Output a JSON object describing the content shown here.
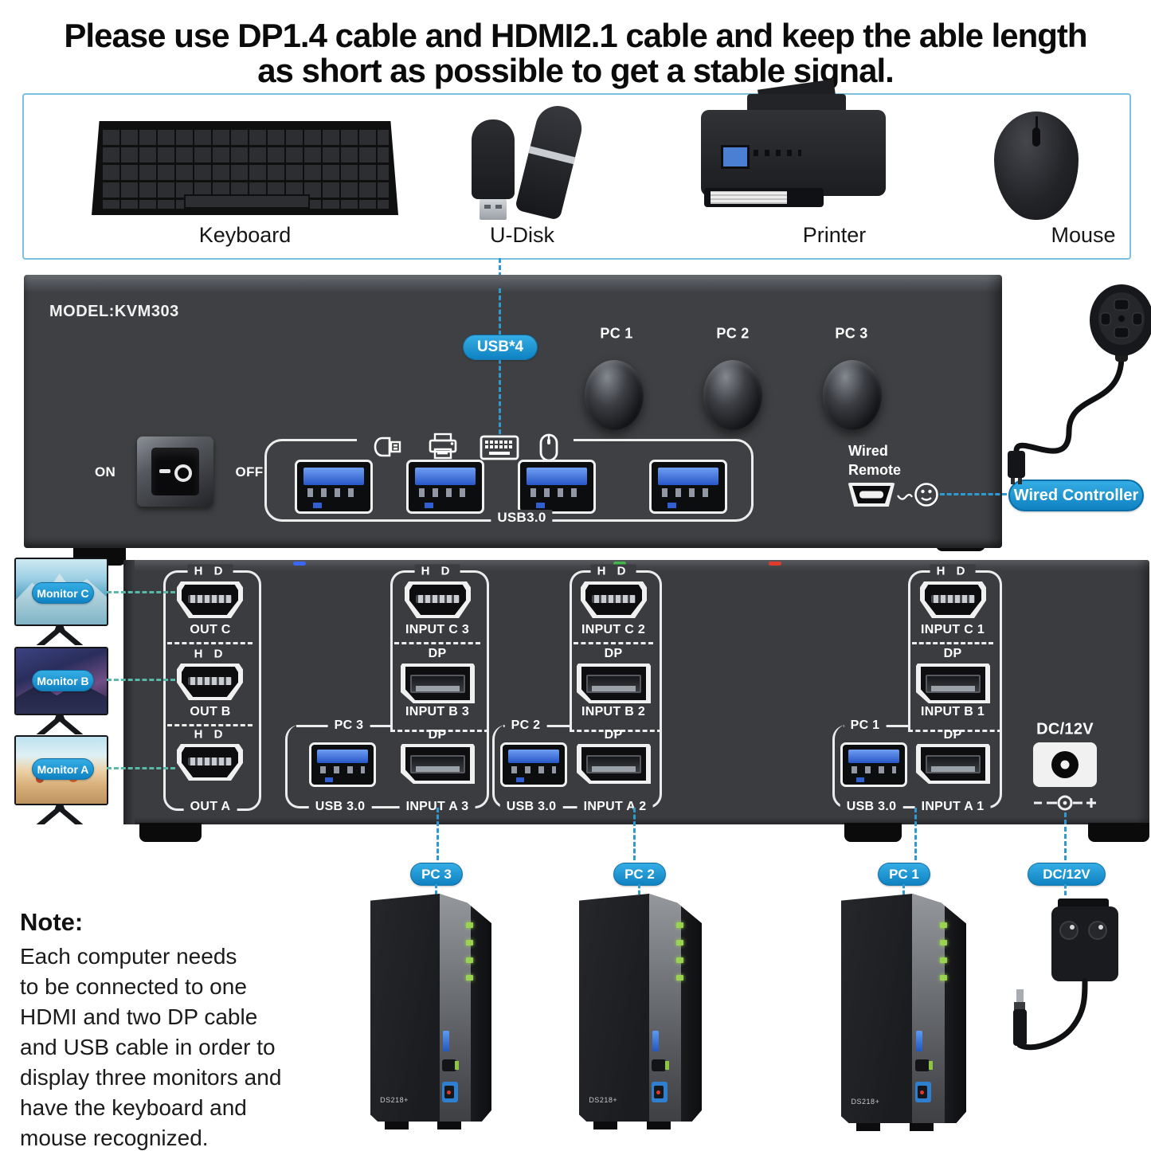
{
  "title": {
    "line1": "Please use DP1.4 cable and HDMI2.1 cable and keep the able length",
    "line2": "as short as possible to get a stable signal."
  },
  "devices": {
    "items": [
      {
        "label": "Keyboard"
      },
      {
        "label": "U-Disk"
      },
      {
        "label": "Printer"
      },
      {
        "label": "Mouse"
      }
    ]
  },
  "front_panel": {
    "model": "MODEL:KVM303",
    "usb_badge": "USB*4",
    "power": {
      "on": "ON",
      "off": "OFF"
    },
    "usb_group_label": "USB3.0",
    "port_icons": [
      "usb-plug",
      "printer",
      "keyboard",
      "mouse"
    ],
    "knobs": [
      {
        "label": "PC 1"
      },
      {
        "label": "PC 2"
      },
      {
        "label": "PC 3"
      }
    ],
    "wired_remote": {
      "line1": "Wired",
      "line2": "Remote"
    },
    "wired_controller_label": "Wired Controller"
  },
  "rear_panel": {
    "indicator_leds": [
      {
        "name": "blue",
        "color": "#3a66f5"
      },
      {
        "name": "green",
        "color": "#43b649"
      },
      {
        "name": "red",
        "color": "#e23b2e"
      }
    ],
    "out_group": {
      "sections": [
        {
          "port_type": "H D",
          "label": "OUT C"
        },
        {
          "port_type": "H D",
          "label": "OUT B"
        },
        {
          "port_type": "H D",
          "label": "OUT A"
        }
      ]
    },
    "pc_groups": [
      {
        "label": "PC 3",
        "usb_label": "USB 3.0",
        "video": [
          {
            "port_type": "H D",
            "label": "INPUT C 3"
          },
          {
            "port_type": "DP",
            "label": "INPUT B 3"
          },
          {
            "port_type": "DP",
            "label": "INPUT A 3"
          }
        ]
      },
      {
        "label": "PC 2",
        "usb_label": "USB 3.0",
        "video": [
          {
            "port_type": "H D",
            "label": "INPUT C 2"
          },
          {
            "port_type": "DP",
            "label": "INPUT B 2"
          },
          {
            "port_type": "DP",
            "label": "INPUT A 2"
          }
        ]
      },
      {
        "label": "PC 1",
        "usb_label": "USB 3.0",
        "video": [
          {
            "port_type": "H D",
            "label": "INPUT C 1"
          },
          {
            "port_type": "DP",
            "label": "INPUT B 1"
          },
          {
            "port_type": "DP",
            "label": "INPUT A 1"
          }
        ]
      }
    ],
    "dc": {
      "label": "DC/12V"
    }
  },
  "monitors": [
    {
      "label": "Monitor C"
    },
    {
      "label": "Monitor B"
    },
    {
      "label": "Monitor A"
    }
  ],
  "computers": {
    "pills": [
      "PC 3",
      "PC 2",
      "PC 1"
    ],
    "tower_model": "DS218+",
    "dc_pill": "DC/12V"
  },
  "note": {
    "title": "Note:",
    "lines": [
      "Each computer needs",
      "to be connected to one",
      "HDMI and two DP cable",
      "and USB cable in order to",
      "display three monitors and",
      "have the keyboard and",
      "mouse recognized."
    ]
  },
  "colors": {
    "accent_blue": "#1d9ad6",
    "dashed_blue": "#2f9ad0",
    "dashed_teal": "#5ab8a8",
    "led_blue": "#3a66f5",
    "led_green": "#43b649",
    "led_red": "#e23b2e",
    "usb_blue": "#2f6fe0",
    "box_border": "#7cc0e0"
  }
}
